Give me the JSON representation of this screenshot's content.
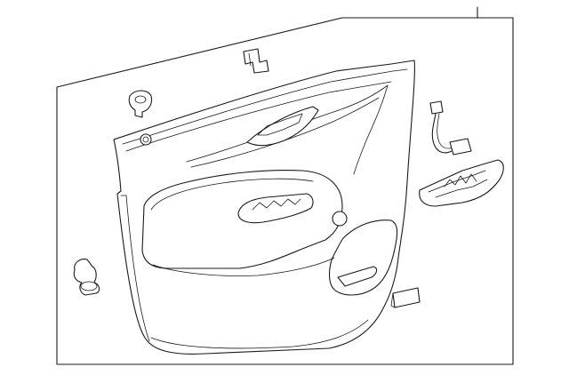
{
  "diagram": {
    "type": "exploded parts illustration",
    "parts": [
      {
        "id": "door-trim-panel",
        "icon": "door-trim-panel-icon"
      },
      {
        "id": "retainer-clip-upper",
        "icon": "clip-icon"
      },
      {
        "id": "grommet",
        "icon": "grommet-icon"
      },
      {
        "id": "push-pin-fastener",
        "icon": "push-pin-icon"
      },
      {
        "id": "wiring-harness-connector",
        "icon": "connector-icon"
      },
      {
        "id": "switch-bezel",
        "icon": "switch-bezel-icon"
      },
      {
        "id": "trim-pad",
        "icon": "pad-icon"
      }
    ],
    "colors": {
      "line": "#1a1a1a",
      "background": "#ffffff"
    }
  }
}
